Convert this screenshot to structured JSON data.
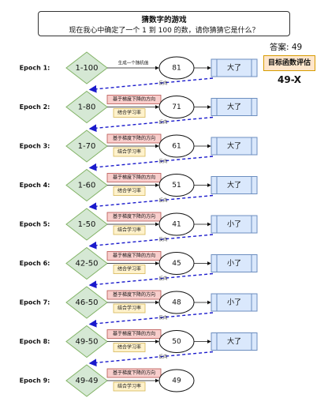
{
  "header": {
    "title": "猜数字的游戏",
    "question": "现在我心中确定了一个 1 到 100 的数，请你猜猜它是什么？"
  },
  "answer_label": "答案: 49",
  "evaluation": {
    "label": "目标函数评估",
    "formula": "49-X"
  },
  "labels": {
    "first_arrow": "生成一个随机值",
    "gradient": "基于梯度下降的方向",
    "learning_rate": "结合学习率",
    "reverse": "反向"
  },
  "colors": {
    "diamond_fill": "#d5e8d4",
    "diamond_stroke": "#82b366",
    "result_fill": "#dae8fc",
    "result_stroke": "#6c8ebf",
    "gradient_fill": "#f8cecc",
    "gradient_stroke": "#b85450",
    "lr_fill": "#fff2cc",
    "lr_stroke": "#d6b656",
    "reverse_arrow": "#1a1acc"
  },
  "epochs": [
    {
      "label": "Epoch 1:",
      "range": "1-100",
      "guess": "81",
      "result": "大了"
    },
    {
      "label": "Epoch 2:",
      "range": "1-80",
      "guess": "71",
      "result": "大了"
    },
    {
      "label": "Epoch 3:",
      "range": "1-70",
      "guess": "61",
      "result": "大了"
    },
    {
      "label": "Epoch 4:",
      "range": "1-60",
      "guess": "51",
      "result": "大了"
    },
    {
      "label": "Epoch 5:",
      "range": "1-50",
      "guess": "41",
      "result": "小了"
    },
    {
      "label": "Epoch 6:",
      "range": "42-50",
      "guess": "45",
      "result": "小了"
    },
    {
      "label": "Epoch 7:",
      "range": "46-50",
      "guess": "48",
      "result": "小了"
    },
    {
      "label": "Epoch 8:",
      "range": "49-50",
      "guess": "50",
      "result": "大了"
    },
    {
      "label": "Epoch 9:",
      "range": "49-49",
      "guess": "49",
      "result": ""
    }
  ]
}
